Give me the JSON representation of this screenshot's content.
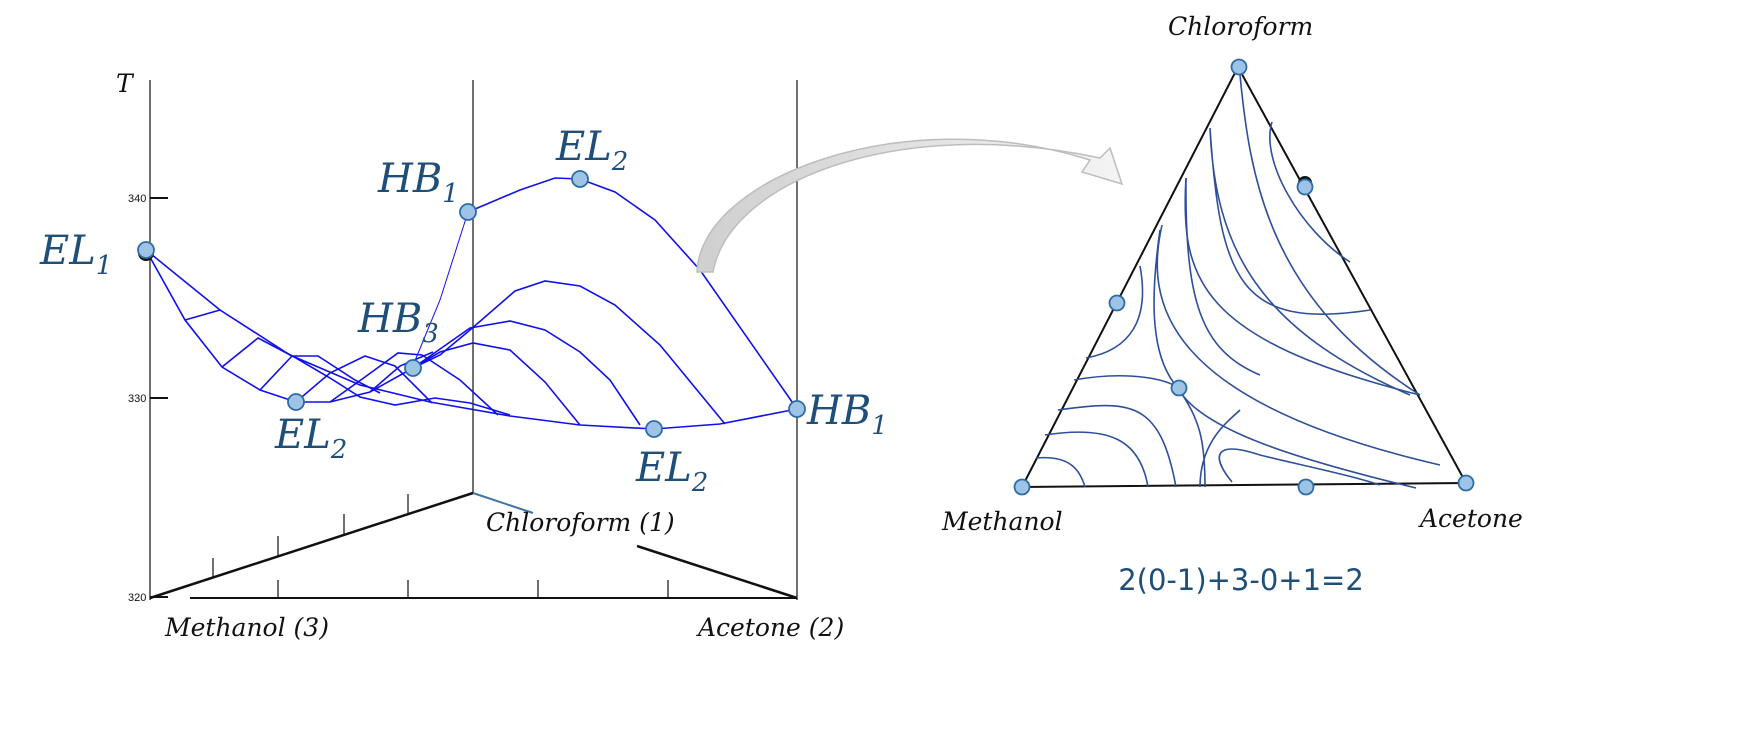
{
  "left_plot": {
    "axis_label": "T",
    "ticks": [
      "340",
      "330",
      "320"
    ],
    "components": {
      "c1": "Chloroform (1)",
      "c2": "Acetone (2)",
      "c3": "Methanol (3)"
    },
    "points": [
      {
        "main": "EL",
        "sub": "1"
      },
      {
        "main": "HB",
        "sub": "1"
      },
      {
        "main": "EL",
        "sub": "2"
      },
      {
        "main": "HB",
        "sub": "3"
      },
      {
        "main": "EL",
        "sub": "2"
      },
      {
        "main": "EL",
        "sub": "2"
      },
      {
        "main": "HB",
        "sub": "1"
      }
    ]
  },
  "ternary": {
    "top": "Chloroform",
    "left": "Methanol",
    "right": "Acetone",
    "equation": "2(0-1)+3-0+1=2"
  },
  "colors": {
    "label": "#1f4e79",
    "curve": "#1010ee",
    "point": "#9dc3e6"
  }
}
